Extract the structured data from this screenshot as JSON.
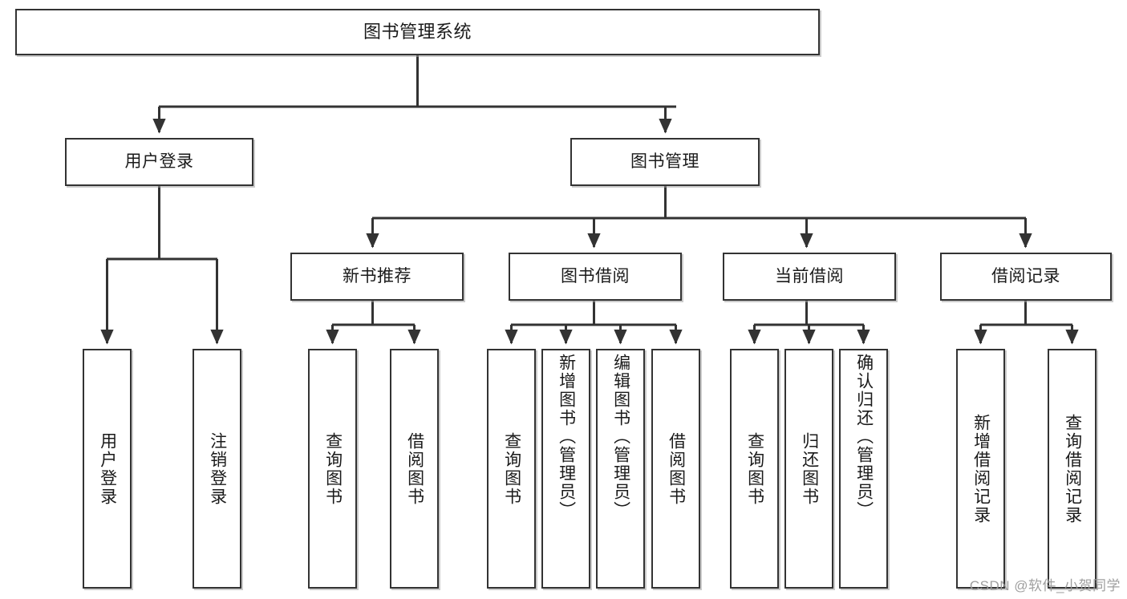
{
  "diagram": {
    "title": "图书管理系统",
    "type": "hierarchy-tree",
    "watermark": "CSDN @软件_小贺同学",
    "colors": {
      "box_border": "#333333",
      "box_fill": "#ffffff",
      "connector": "#333333",
      "watermark": "#9a9a9a",
      "background": "#ffffff"
    },
    "root": {
      "id": "root",
      "label": "图书管理系统"
    },
    "level2": [
      {
        "id": "user-login",
        "label": "用户登录"
      },
      {
        "id": "book-manage",
        "label": "图书管理"
      }
    ],
    "level3": [
      {
        "id": "new-book-recommend",
        "label": "新书推荐"
      },
      {
        "id": "book-borrow",
        "label": "图书借阅"
      },
      {
        "id": "current-borrow",
        "label": "当前借阅"
      },
      {
        "id": "borrow-record",
        "label": "借阅记录"
      }
    ],
    "leaves": {
      "user_login": [
        {
          "id": "leaf-user-login",
          "label": "用户登录"
        },
        {
          "id": "leaf-logout-login",
          "label": "注销登录"
        }
      ],
      "new_book_recommend": [
        {
          "id": "leaf-query-book-1",
          "label": "查询图书"
        },
        {
          "id": "leaf-borrow-book-1",
          "label": "借阅图书"
        }
      ],
      "book_borrow": [
        {
          "id": "leaf-query-book-2",
          "label": "查询图书"
        },
        {
          "id": "leaf-add-book",
          "label": "新增图书（管理员）"
        },
        {
          "id": "leaf-edit-book",
          "label": "编辑图书（管理员）"
        },
        {
          "id": "leaf-borrow-book-2",
          "label": "借阅图书"
        }
      ],
      "current_borrow": [
        {
          "id": "leaf-query-book-3",
          "label": "查询图书"
        },
        {
          "id": "leaf-return-book",
          "label": "归还图书"
        },
        {
          "id": "leaf-confirm-return",
          "label": "确认归还（管理员）"
        }
      ],
      "borrow_record": [
        {
          "id": "leaf-add-record",
          "label": "新增借阅记录"
        },
        {
          "id": "leaf-query-record",
          "label": "查询借阅记录"
        }
      ]
    }
  }
}
